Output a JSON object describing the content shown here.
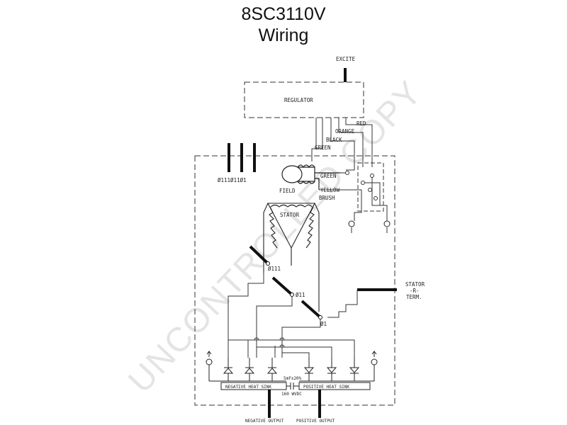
{
  "title": "8SC3110V",
  "subtitle": "Wiring",
  "labels": {
    "excite": "EXCITE",
    "regulator": "REGULATOR",
    "red": "RED",
    "orange": "ORANGE",
    "black": "BLACK",
    "green_top": "GREEN",
    "green_field": "GREEN",
    "yellow": "YELLOW",
    "brush": "BRUSH",
    "field": "FIELD",
    "stator": "STATOR",
    "phase_group": "Ø111Ø11Ø1",
    "phase_111": "Ø111",
    "phase_11": "Ø11",
    "phase_1": "Ø1",
    "stator_term_1": "STATOR",
    "stator_term_2": "-R-",
    "stator_term_3": "TERM.",
    "negative_heat_sink": "NEGATIVE HEAT SINK",
    "positive_heat_sink": "POSITIVE HEAT SINK",
    "capacitor": "5mF±20%",
    "capacitor_voltage": "160 WVDC",
    "negative_output": "NEGATIVE OUTPUT",
    "positive_output": "POSITIVE OUTPUT"
  },
  "watermark": "UNCONTROLLED COPY"
}
